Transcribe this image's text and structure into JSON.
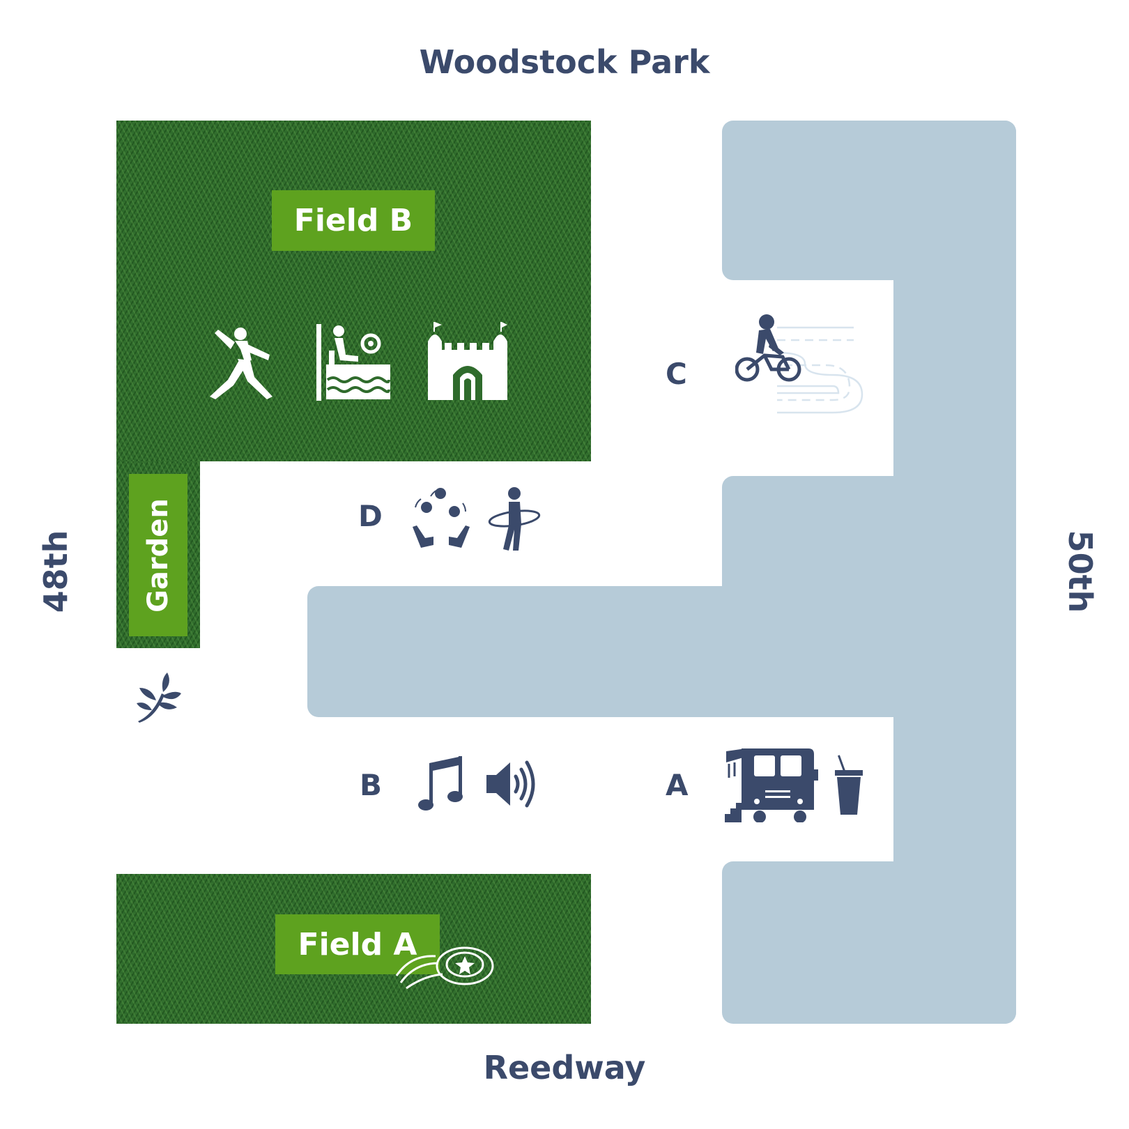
{
  "streets": {
    "north": "Woodstock Park",
    "south": "Reedway",
    "west": "48th",
    "east": "50th"
  },
  "areas": {
    "field_b": "Field B",
    "field_a": "Field A",
    "garden": "Garden"
  },
  "zones": {
    "a": "A",
    "b": "B",
    "c": "C",
    "d": "D"
  },
  "icons": {
    "field_b": [
      "tai-chi-icon",
      "dunk-tank-icon",
      "bounce-house-icon"
    ],
    "field_a": [
      "frisbee-icon"
    ],
    "garden": [
      "plant-icon"
    ],
    "zone_a": [
      "food-truck-icon",
      "drink-cup-icon"
    ],
    "zone_b": [
      "music-note-icon",
      "speaker-icon"
    ],
    "zone_c": [
      "bike-track-icon"
    ],
    "zone_d": [
      "juggling-icon",
      "hula-hoop-icon"
    ]
  },
  "colors": {
    "text": "#3b4a6b",
    "label_green": "#5ea21f",
    "grass": "#2f6b2c",
    "parking": "#b6cbd8"
  }
}
